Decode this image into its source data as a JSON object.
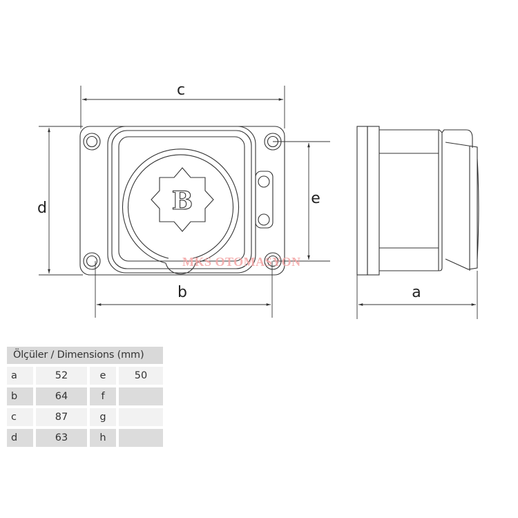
{
  "drawing": {
    "front_view": {
      "logo_letter": "B",
      "dimension_labels": {
        "c": "c",
        "d": "d",
        "b": "b",
        "e": "e"
      }
    },
    "side_view": {
      "dimension_labels": {
        "a": "a"
      }
    },
    "watermark": "MKS OTOMASYON",
    "line_color": "#333333",
    "watermark_color": "#f3a5a5"
  },
  "table": {
    "title": "Ölçüler / Dimensions (mm)",
    "rows": [
      {
        "k1": "a",
        "v1": "52",
        "k2": "e",
        "v2": "50"
      },
      {
        "k1": "b",
        "v1": "64",
        "k2": "f",
        "v2": ""
      },
      {
        "k1": "c",
        "v1": "87",
        "k2": "g",
        "v2": ""
      },
      {
        "k1": "d",
        "v1": "63",
        "k2": "h",
        "v2": ""
      }
    ],
    "colors": {
      "header": "#d9d9d9",
      "light_row": "#f2f2f2",
      "dark_row": "#dcdcdc"
    }
  }
}
